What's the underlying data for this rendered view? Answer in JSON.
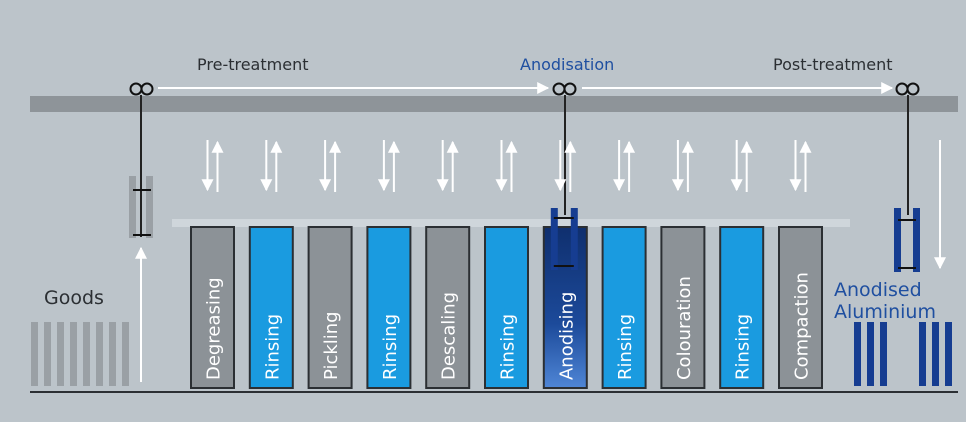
{
  "phases": {
    "pre": "Pre-treatment",
    "anod": "Anodisation",
    "post": "Post-treatment"
  },
  "goods_label": "Goods",
  "result_label_line1": "Anodised",
  "result_label_line2": "Aluminium",
  "tanks": [
    {
      "label": "Degreasing",
      "kind": "grey"
    },
    {
      "label": "Rinsing",
      "kind": "blue"
    },
    {
      "label": "Pickling",
      "kind": "grey"
    },
    {
      "label": "Rinsing",
      "kind": "blue"
    },
    {
      "label": "Descaling",
      "kind": "grey"
    },
    {
      "label": "Rinsing",
      "kind": "blue"
    },
    {
      "label": "Anodising",
      "kind": "dark"
    },
    {
      "label": "Rinsing",
      "kind": "blue"
    },
    {
      "label": "Colouration",
      "kind": "grey"
    },
    {
      "label": "Rinsing",
      "kind": "blue"
    },
    {
      "label": "Compaction",
      "kind": "grey"
    }
  ],
  "colors": {
    "background": "#bcc4ca",
    "rail": "#8e9499",
    "grey_tank": "#8c9297",
    "blue_tank": "#1a9be0",
    "dark_tank": "#143f8a",
    "accent_text": "#1f4fa0",
    "goods": "#9aa0a5",
    "anodised": "#163d91"
  }
}
